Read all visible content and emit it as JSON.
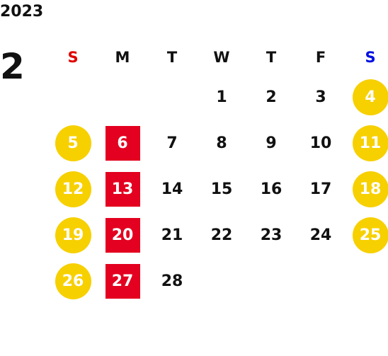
{
  "year": "2023",
  "month": "2",
  "weekdays": [
    "S",
    "M",
    "T",
    "W",
    "T",
    "F",
    "S"
  ],
  "weeks": [
    [
      "",
      "",
      "",
      "1",
      "2",
      "3",
      "4"
    ],
    [
      "5",
      "6",
      "7",
      "8",
      "9",
      "10",
      "11"
    ],
    [
      "12",
      "13",
      "14",
      "15",
      "16",
      "17",
      "18"
    ],
    [
      "19",
      "20",
      "21",
      "22",
      "23",
      "24",
      "25"
    ],
    [
      "26",
      "27",
      "28",
      "",
      "",
      "",
      ""
    ]
  ],
  "colors": {
    "sunday_header": "#e00000",
    "saturday_header": "#0010e0",
    "weekend_circle": "#f7d000",
    "monday_highlight": "#e30020",
    "text": "#111111"
  }
}
